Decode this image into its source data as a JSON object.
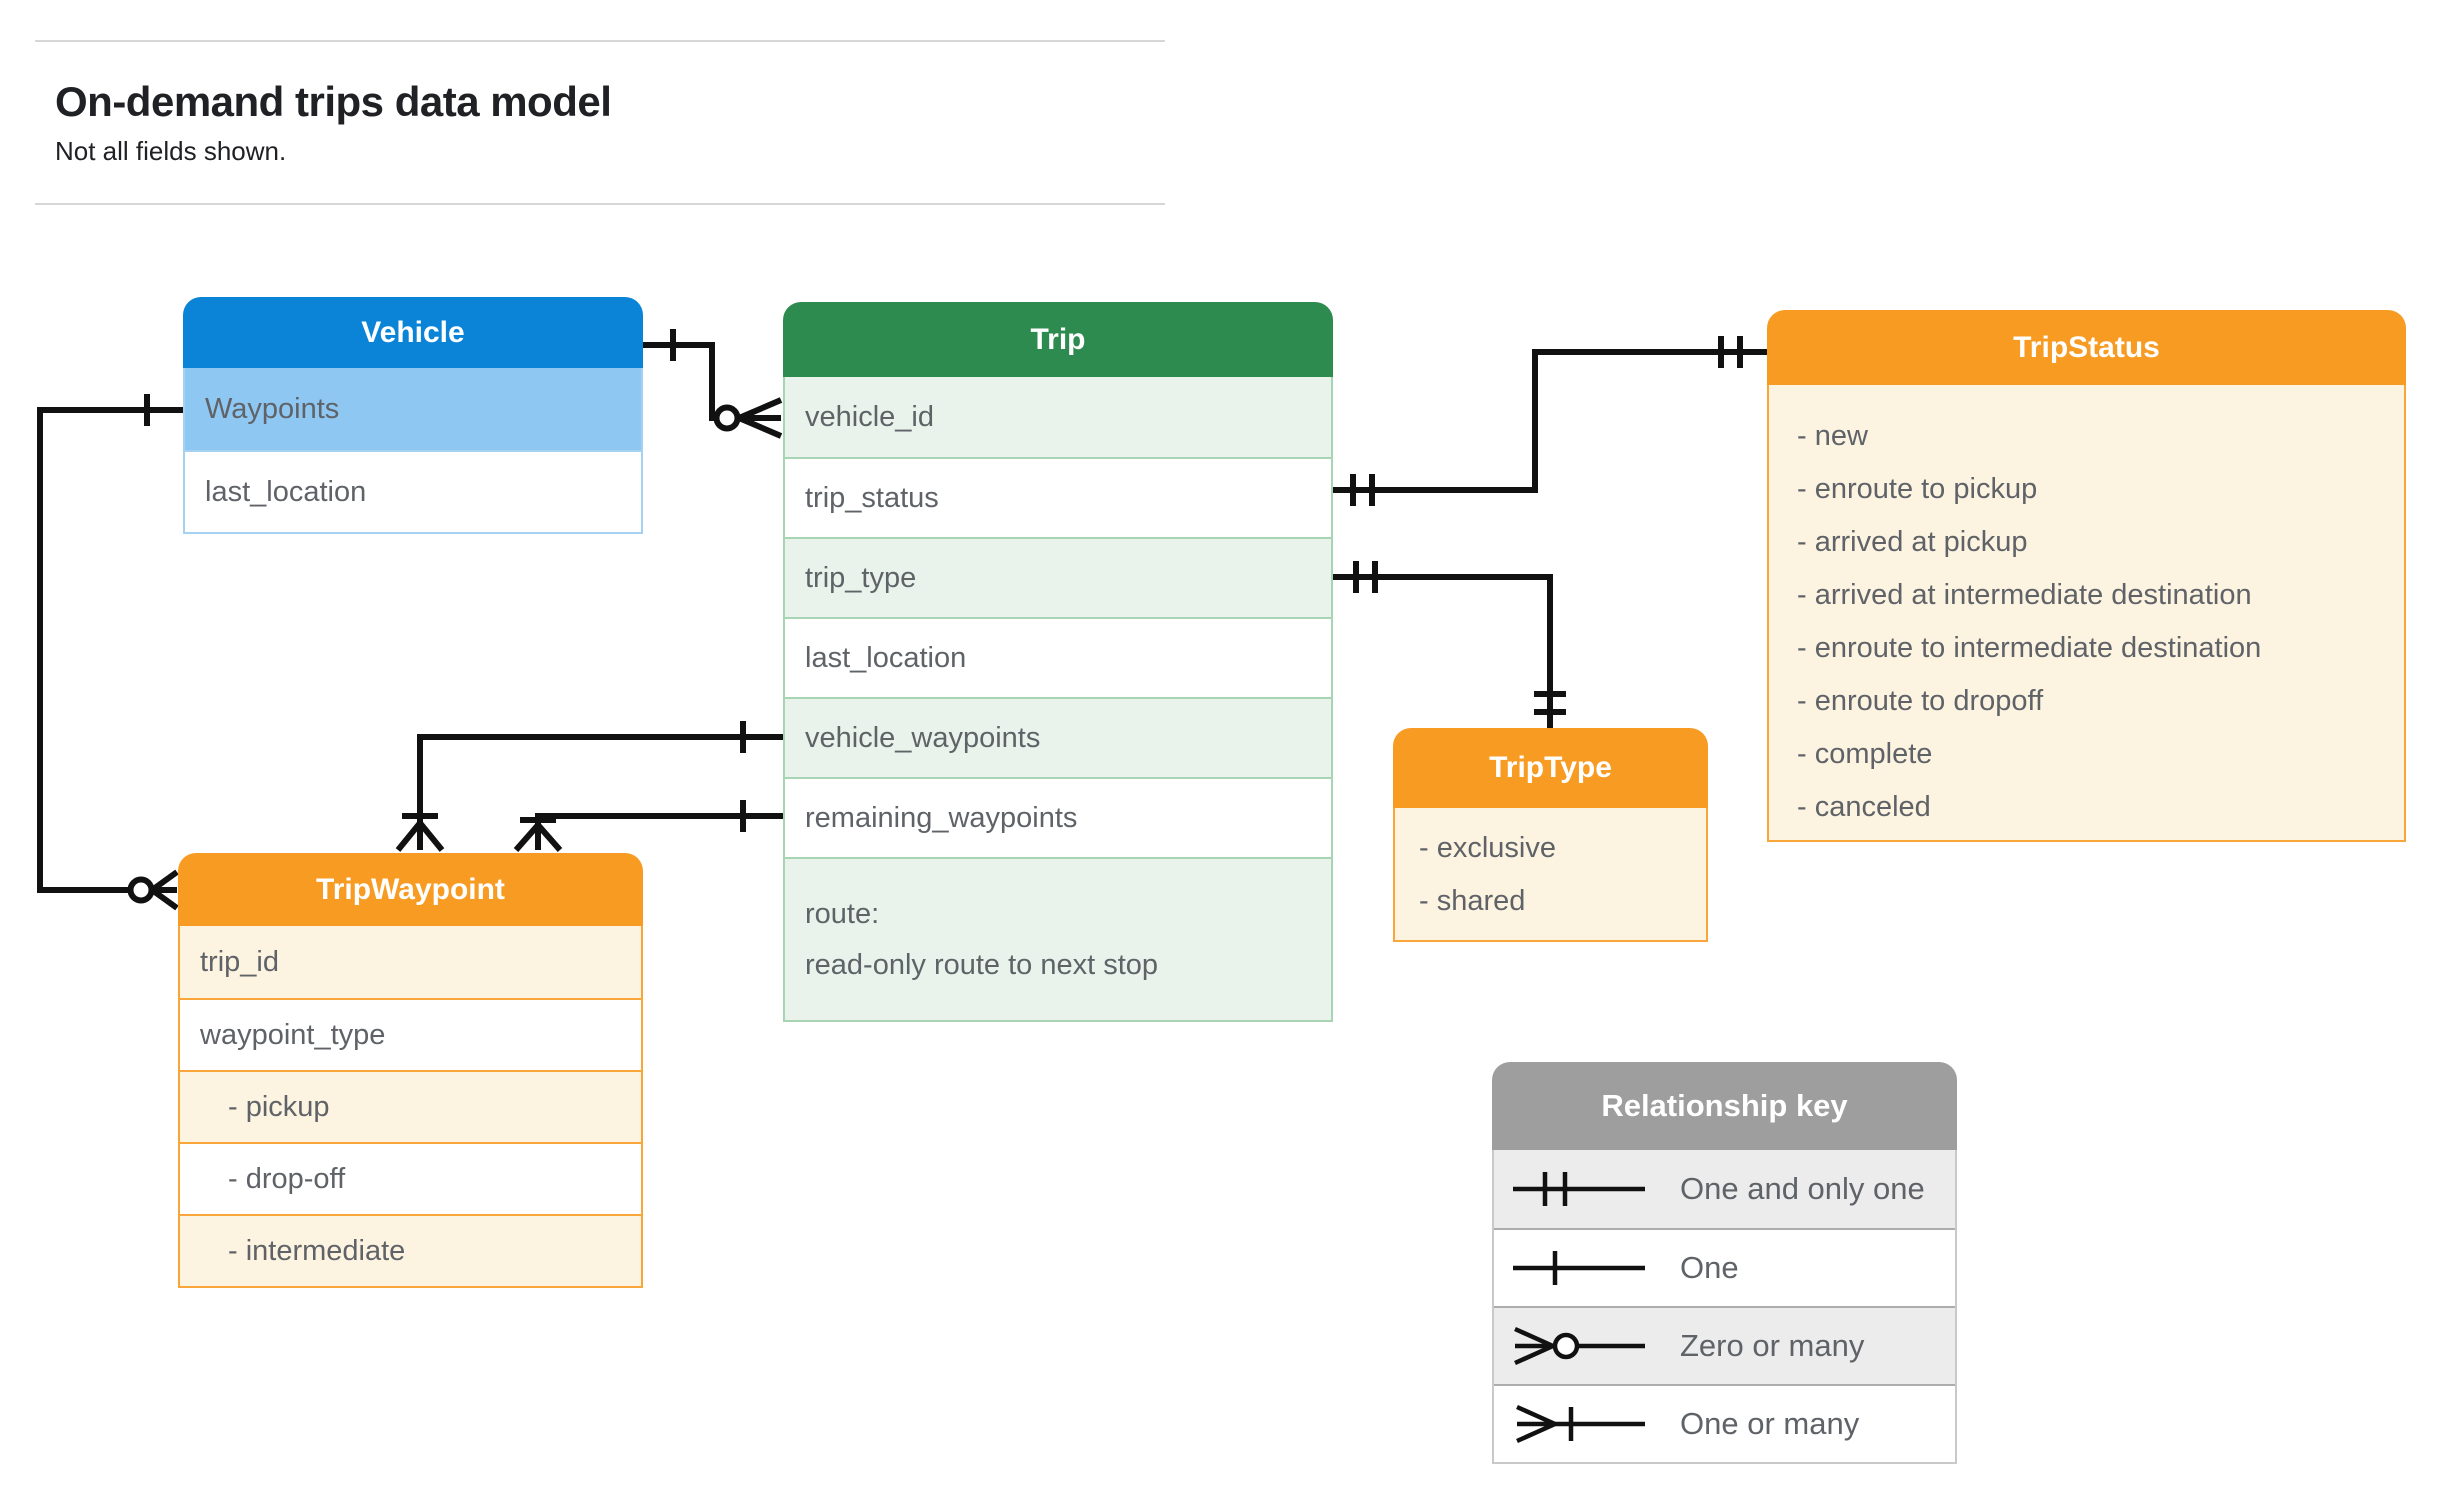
{
  "page": {
    "title": "On-demand trips data model",
    "subtitle": "Not all fields shown."
  },
  "colors": {
    "vehicle_header": "#0b84d8",
    "vehicle_highlight_row": "#8ec7f2",
    "trip_header": "#2e8b4f",
    "trip_alt_row": "#e9f3eb",
    "orange_header": "#f89b22",
    "orange_body": "#fdf3e1",
    "legend_header": "#9e9e9e",
    "legend_alt_row": "#ececec",
    "field_text": "#5f6368",
    "connector": "#111111"
  },
  "entities": {
    "vehicle": {
      "title": "Vehicle",
      "rows": [
        "Waypoints",
        "last_location"
      ]
    },
    "trip": {
      "title": "Trip",
      "rows": [
        "vehicle_id",
        "trip_status",
        "trip_type",
        "last_location",
        "vehicle_waypoints",
        "remaining_waypoints"
      ],
      "route": {
        "label": "route:",
        "description": "read-only route to next stop"
      }
    },
    "tripStatus": {
      "title": "TripStatus",
      "values": [
        "- new",
        "- enroute to pickup",
        "- arrived at pickup",
        "- arrived at intermediate destination",
        "- enroute to intermediate destination",
        "- enroute to dropoff",
        "- complete",
        "- canceled"
      ]
    },
    "tripType": {
      "title": "TripType",
      "values": [
        "- exclusive",
        "- shared"
      ]
    },
    "tripWaypoint": {
      "title": "TripWaypoint",
      "rows": [
        "trip_id",
        "waypoint_type",
        "- pickup",
        "- drop-off",
        "- intermediate"
      ]
    }
  },
  "relationships": [
    {
      "from": "Vehicle",
      "to": "Trip.vehicle_id",
      "from_cardinality": "one",
      "to_cardinality": "zero-or-many"
    },
    {
      "from": "Vehicle.Waypoints",
      "to": "TripWaypoint",
      "from_cardinality": "one",
      "to_cardinality": "zero-or-many"
    },
    {
      "from": "Trip.vehicle_waypoints",
      "to": "TripWaypoint",
      "from_cardinality": "one",
      "to_cardinality": "one-or-many"
    },
    {
      "from": "Trip.remaining_waypoints",
      "to": "TripWaypoint",
      "from_cardinality": "one",
      "to_cardinality": "one-or-many"
    },
    {
      "from": "Trip.trip_status",
      "to": "TripStatus",
      "from_cardinality": "one-and-only-one",
      "to_cardinality": "one-and-only-one"
    },
    {
      "from": "Trip.trip_type",
      "to": "TripType",
      "from_cardinality": "one-and-only-one",
      "to_cardinality": "one-and-only-one"
    }
  ],
  "legend": {
    "title": "Relationship key",
    "items": [
      {
        "symbol": "one-and-only-one",
        "label": "One and only one"
      },
      {
        "symbol": "one",
        "label": "One"
      },
      {
        "symbol": "zero-or-many",
        "label": "Zero or many"
      },
      {
        "symbol": "one-or-many",
        "label": "One or many"
      }
    ]
  }
}
